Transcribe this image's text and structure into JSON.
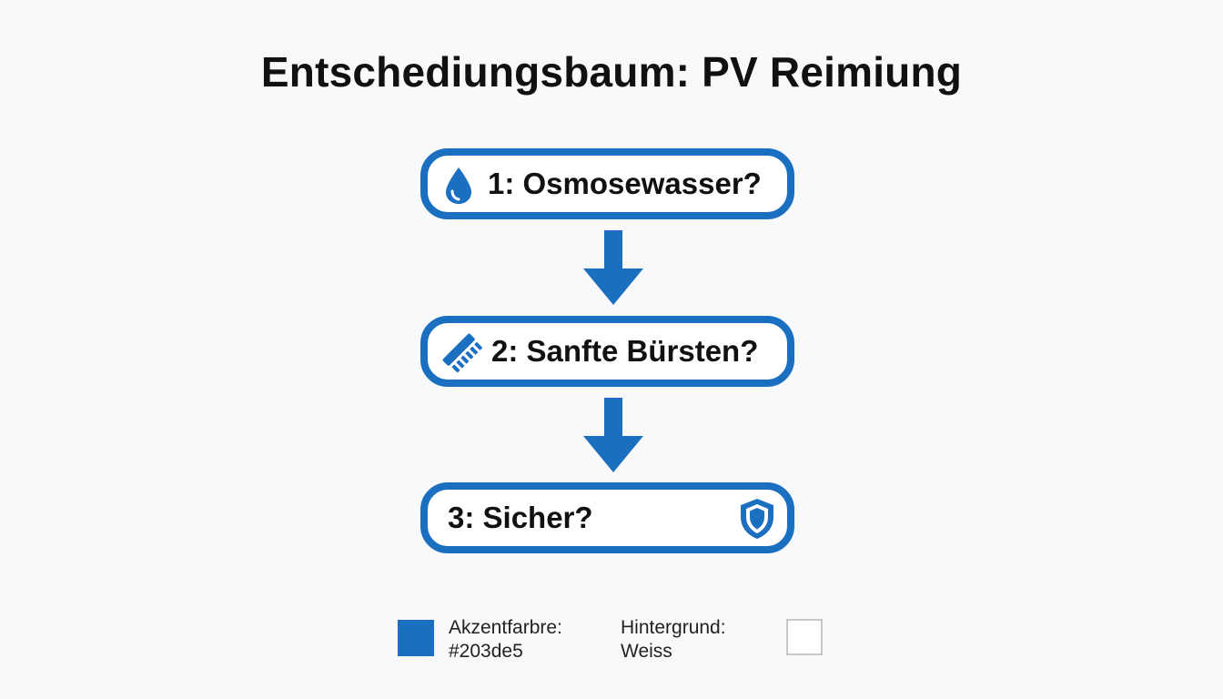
{
  "title": "Entschediungsbaum: PV Reimiung",
  "nodes": [
    {
      "label": "1: Osmosewasser?",
      "icon": "water-drop-icon"
    },
    {
      "label": "2: Sanfte Bürsten?",
      "icon": "brush-icon"
    },
    {
      "label": "3: Sicher?",
      "icon": "shield-icon"
    }
  ],
  "legend": {
    "accent_label": "Akzentfarbre:",
    "accent_value": "#203de5",
    "background_label": "Hintergrund:",
    "background_value": "Weiss"
  },
  "colors": {
    "accent": "#1b6fc0",
    "background": "#f8f9fa",
    "node_fill": "#ffffff",
    "text": "#111111"
  }
}
